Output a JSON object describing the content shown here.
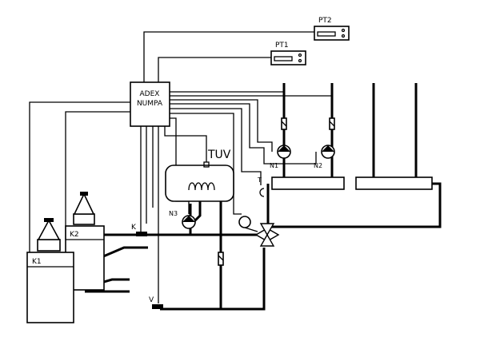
{
  "labels": {
    "controller_line1": "ADEX",
    "controller_line2": "NUMPA",
    "pt1": "PT1",
    "pt2": "PT2",
    "tuv": "TUV",
    "k1": "K1",
    "k2": "K2",
    "n1": "N1",
    "n2": "N2",
    "n3": "N3",
    "t": "T",
    "k": "K",
    "v": "V"
  },
  "colors": {
    "line": "#000000",
    "background": "#ffffff"
  }
}
